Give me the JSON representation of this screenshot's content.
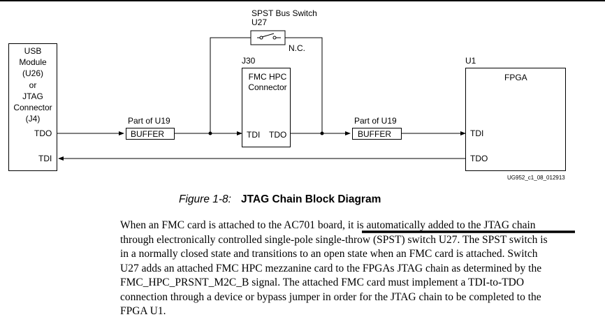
{
  "diagram": {
    "switch_title": "SPST Bus Switch",
    "switch_ref": "U27",
    "switch_state": "N.C.",
    "usb_block": [
      "USB",
      "Module",
      "(U26)",
      "or",
      "JTAG",
      "Connector",
      "(J4)"
    ],
    "usb_tdo": "TDO",
    "usb_tdi": "TDI",
    "connector_ref": "J30",
    "connector_label": [
      "FMC HPC",
      "Connector"
    ],
    "connector_tdi": "TDI",
    "connector_tdo": "TDO",
    "buffer1_caption": "Part of U19",
    "buffer1_label": "BUFFER",
    "buffer2_caption": "Part of U19",
    "buffer2_label": "BUFFER",
    "fpga_ref": "U1",
    "fpga_label": "FPGA",
    "fpga_tdi": "TDI",
    "fpga_tdo": "TDO",
    "figure_id": "UG952_c1_08_012913"
  },
  "caption": {
    "number": "Figure 1-8:",
    "title": "JTAG Chain Block Diagram"
  },
  "paragraph": {
    "lines": [
      "When an FMC card is attached to the AC701 board, it is automatically added to the JTAG chain",
      "through electronically controlled single-pole single-throw (SPST) switch U27. The SPST switch is",
      "in a normally closed state and transitions to an open state when an FMC card is attached. Switch",
      "U27 adds an attached FMC HPC mezzanine card to the FPGAs JTAG chain as determined by the",
      "FMC_HPC_PRSNT_M2C_B signal. The attached FMC card must implement a TDI-to-TDO",
      "connection through a device or bypass jumper in order for the JTAG chain to be completed to the",
      "FPGA U1."
    ]
  }
}
